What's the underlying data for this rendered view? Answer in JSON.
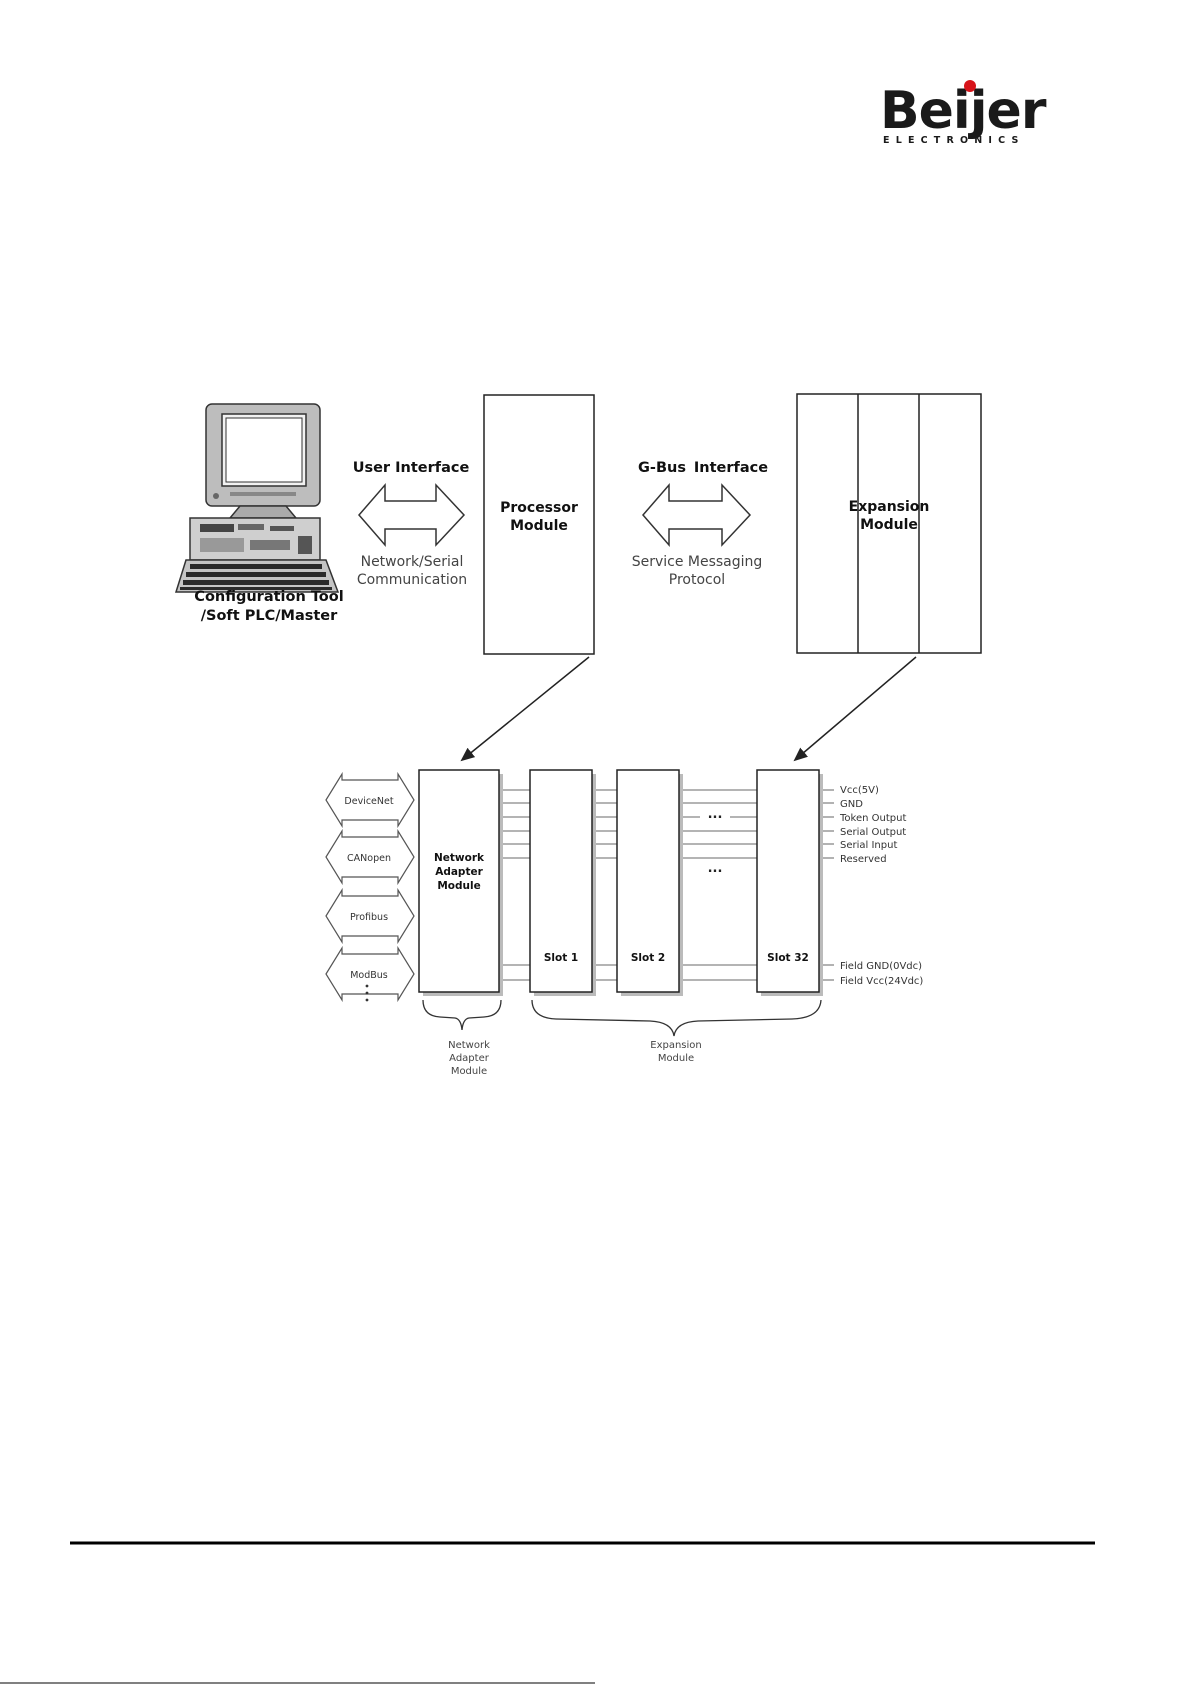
{
  "logo": {
    "brand": "Beijer",
    "sub": "ELECTRONICS",
    "accent": "#d7141a"
  },
  "top": {
    "computer_caption_1": "Configuration Tool",
    "computer_caption_2": "/Soft PLC/Master",
    "user_interface": "User Interface",
    "network_serial_1": "Network/Serial",
    "network_serial_2": "Communication",
    "processor_1": "Processor",
    "processor_2": "Module",
    "gbus": "G-Bus",
    "gbus_interface": "Interface",
    "service_1": "Service Messaging",
    "service_2": "Protocol",
    "expansion_1": "Expansion",
    "expansion_2": "Module"
  },
  "bottom": {
    "protocols": [
      "DeviceNet",
      "CANopen",
      "Profibus",
      "ModBus"
    ],
    "adapter_1": "Network",
    "adapter_2": "Adapter",
    "adapter_3": "Module",
    "slots": [
      "Slot 1",
      "Slot 2",
      "Slot 32"
    ],
    "ellipsis": "...",
    "signals": [
      "Vcc(5V)",
      "GND",
      "Token Output",
      "Serial Output",
      "Serial Input",
      "Reserved"
    ],
    "field_signals": [
      "Field GND(0Vdc)",
      "Field Vcc(24Vdc)"
    ],
    "brace_adapter": [
      "Network",
      "Adapter",
      "Module"
    ],
    "brace_expansion": [
      "Expansion",
      "Module"
    ]
  },
  "footer": {
    "rule_color": "#000000"
  }
}
